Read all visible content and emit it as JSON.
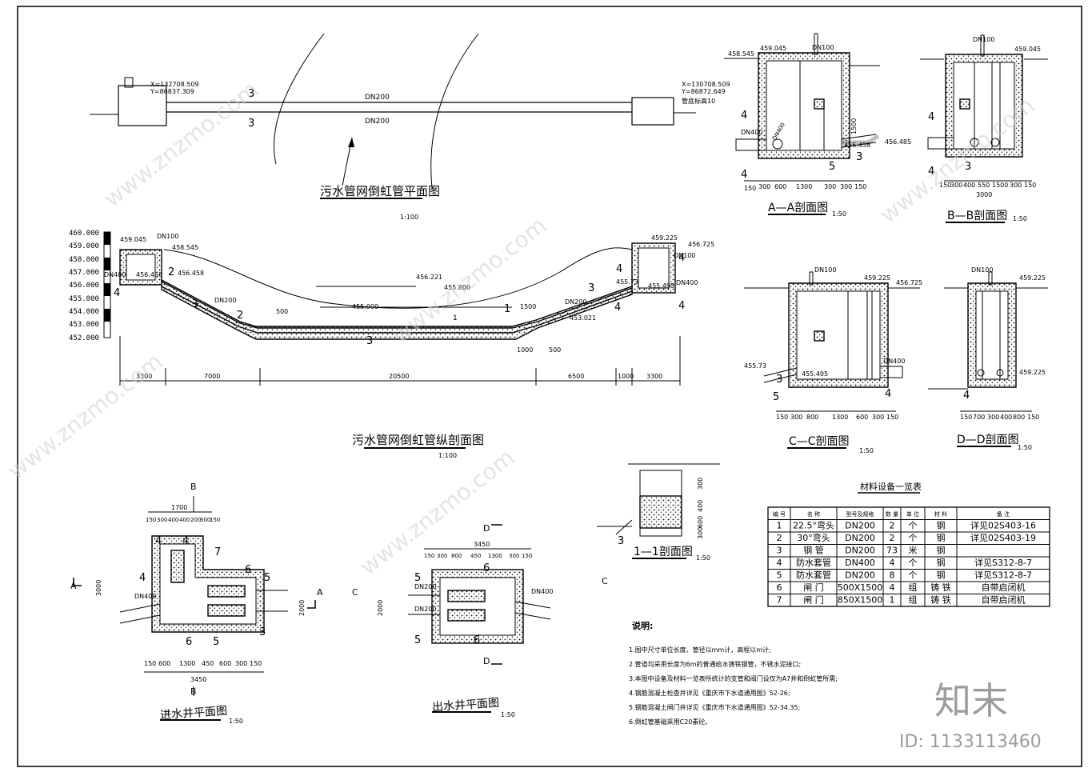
{
  "plan": {
    "title": "污水管网倒虹管平面图",
    "scale": "1:100",
    "pipe_label_top": "DN200",
    "pipe_label_bottom": "DN200",
    "pipe_no_a": "3",
    "pipe_no_b": "3",
    "left_coord_x": "X=132708.509",
    "left_coord_y": "Y=86837.309",
    "right_coord_x": "X=130708.509",
    "right_coord_y": "Y=86872.649",
    "right_elev": "管底标高10"
  },
  "profile": {
    "title": "污水管网倒虹管纵剖面图",
    "scale": "1:100",
    "elevations": [
      "460.000",
      "459.000",
      "458.000",
      "457.000",
      "456.000",
      "455.000",
      "454.000",
      "453.000",
      "452.000"
    ],
    "labels": {
      "l_459045": "459.045",
      "l_458545": "458.545",
      "l_dn100_l": "DN100",
      "l_dn400_l": "DN400",
      "l_456458a": "456.458",
      "l_456458b": "456.458",
      "l_456221": "456.221",
      "l_455800": "455.800",
      "l_455000": "455.000",
      "l_459225": "459.225",
      "l_456725": "456.725",
      "l_dn100_r": "DN100",
      "l_dn400_r": "DN400",
      "l_45573": "455.73",
      "l_455495": "455.495",
      "l_453021": "453.021",
      "l_dn200a": "DN200",
      "l_dn200b": "DN200",
      "l_1500": "1500",
      "l_500": "500",
      "l_1000": "1000",
      "l_500b": "500",
      "n1": "1",
      "n2": "2",
      "n2b": "2",
      "n3a": "3",
      "n3b": "3",
      "n3c": "3",
      "n4a": "4",
      "n4b": "4",
      "n4c": "4",
      "n4d": "4",
      "n4e": "4",
      "n1s": "1"
    },
    "dims": [
      "3300",
      "7000",
      "20500",
      "6500",
      "1000",
      "3300"
    ]
  },
  "sec_aa": {
    "title": "A—A剖面图",
    "scale": "1:50",
    "labels": {
      "e1": "459.045",
      "e2": "458.545",
      "dn100": "DN100",
      "dn400": "DN400",
      "dn400b": "DN400",
      "e3": "456.458",
      "e4": "456.485",
      "h": "1500",
      "n4a": "4",
      "n4b": "4",
      "n5": "5",
      "n3": "3"
    },
    "dims": [
      "150",
      "300",
      "600",
      "1300",
      "300",
      "300",
      "150"
    ]
  },
  "sec_bb": {
    "title": "B—B剖面图",
    "scale": "1:50",
    "labels": {
      "e1": "459.045",
      "dn100": "DN100",
      "n4a": "4",
      "n4b": "4",
      "n3": "3"
    },
    "dims": [
      "150",
      "300",
      "400",
      "550",
      "1500",
      "300",
      "150"
    ],
    "total": "3000"
  },
  "sec_cc": {
    "title": "C—C剖面图",
    "scale": "1:50",
    "labels": {
      "dn100": "DN100",
      "e1": "459.225",
      "e2": "456.725",
      "e3": "455.73",
      "e4": "455.495",
      "dn400": "DN400",
      "n4": "4",
      "n5": "5",
      "n3": "3"
    },
    "dims": [
      "150",
      "300",
      "800",
      "1300",
      "600",
      "300",
      "150"
    ]
  },
  "sec_dd": {
    "title": "D—D剖面图",
    "scale": "1:50",
    "labels": {
      "dn100": "DN100",
      "e1": "459.225",
      "e2": "459.225",
      "n4": "4"
    },
    "dims": [
      "150",
      "700",
      "300",
      "400",
      "800",
      "150"
    ]
  },
  "sec_11": {
    "title": "1—1剖面图",
    "scale": "1:50",
    "dims": [
      "300",
      "400",
      "600",
      "300"
    ],
    "n3": "3"
  },
  "inlet": {
    "title": "进水井平面图",
    "scale": "1:50",
    "top_total": "1700",
    "top_dims": [
      "150",
      "300",
      "400",
      "400",
      "200",
      "300",
      "150"
    ],
    "bottom_dims": [
      "150",
      "600",
      "1300",
      "450",
      "600",
      "300",
      "150"
    ],
    "bottom_total": "3450",
    "left_total": "3000",
    "right_total": "2000",
    "dn400": "DN400",
    "marks": {
      "b_top": "B",
      "b_bot": "B",
      "a_left": "A",
      "a_right": "A"
    },
    "nums": [
      "7",
      "4",
      "4",
      "4",
      "6",
      "5",
      "3",
      "6",
      "5"
    ]
  },
  "outlet": {
    "title": "出水井平面图",
    "scale": "1:50",
    "top_total": "3450",
    "top_dims": [
      "150",
      "300",
      "800",
      "450",
      "1300",
      "300",
      "150"
    ],
    "dn200a": "DN200",
    "dn200b": "DN200",
    "dn400": "DN400",
    "left_total": "2000",
    "marks": {
      "d_top": "D",
      "d_bot": "D",
      "c_left": "C",
      "c_right": "C"
    },
    "nums": [
      "5",
      "6",
      "5",
      "6"
    ]
  },
  "table": {
    "title": "材料设备一览表",
    "headers": [
      "编 号",
      "名 称",
      "型号及规格",
      "数 量",
      "单 位",
      "材 料",
      "备 注"
    ],
    "rows": [
      [
        "1",
        "22.5°弯头",
        "DN200",
        "2",
        "个",
        "钢",
        "详见02S403-16"
      ],
      [
        "2",
        "30°弯头",
        "DN200",
        "2",
        "个",
        "钢",
        "详见02S403-19"
      ],
      [
        "3",
        "钢 管",
        "DN200",
        "73",
        "米",
        "钢",
        ""
      ],
      [
        "4",
        "防水套管",
        "DN400",
        "4",
        "个",
        "钢",
        "详见S312-8-7"
      ],
      [
        "5",
        "防水套管",
        "DN200",
        "8",
        "个",
        "钢",
        "详见S312-8-7"
      ],
      [
        "6",
        "闸 门",
        "500X1500",
        "4",
        "组",
        "铸 铁",
        "自带启闭机"
      ],
      [
        "7",
        "闸 门",
        "850X1500",
        "1",
        "组",
        "铸 铁",
        "自带启闭机"
      ]
    ]
  },
  "notes": {
    "title": "说明:",
    "items": [
      "1.图中尺寸单位长度、管径以mm计，高程以m计;",
      "2.管道均采用长度为6m的普通给水铸铁钢管，不锈水泥接口;",
      "3.本图中设备及材料一览表所统计的支管和阀门设仅为A7井和倒虹管所需;",
      "4.钢筋混凝土检查井详见《重庆市下水道通用图》52-26;",
      "5.钢筋混凝土闸门井详见《重庆市下水道通用图》52-34.35;",
      "6.倒虹管基础采用C20素砼。"
    ]
  },
  "watermark": {
    "site": "www.znzmo.com",
    "brand": "知末",
    "id": "ID: 1133113460"
  }
}
